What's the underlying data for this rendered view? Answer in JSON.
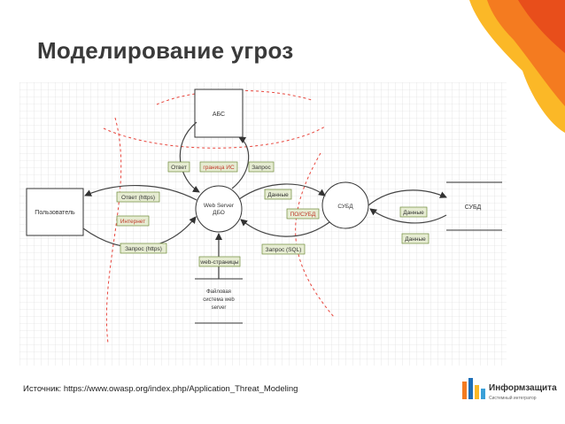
{
  "slide": {
    "title": "Моделирование угроз",
    "source": "Источник: https://www.owasp.org/index.php/Application_Threat_Modeling"
  },
  "diagram": {
    "nodes": {
      "abs": "АБС",
      "user": "Пользователь",
      "web_server_line1": "Web Server",
      "web_server_line2": "ДБО",
      "subd_process": "СУБД",
      "subd_store": "СУБД",
      "fs_line1": "Файловая",
      "fs_line2": "система web",
      "fs_line3": "server"
    },
    "flows": {
      "otvet": "Ответ",
      "zapros": "Запрос",
      "otvet_https": "Ответ (https)",
      "zapros_https": "Запрос (https)",
      "dannye_ws": "Данные",
      "zapros_sql": "Запрос (SQL)",
      "dannye_store_top": "Данные",
      "dannye_store_bottom": "Данные",
      "web_pages": "web-страницы"
    },
    "boundaries": {
      "granitsa_is": "граница ИС",
      "internet": "Интернет",
      "po_subd": "ПО/СУБД"
    }
  },
  "logo": {
    "name": "Информзащита",
    "tagline": "Системный интегратор"
  },
  "colors": {
    "title": "#3a3a3a",
    "boundary": "#e8453c",
    "label_bg": "#e6ecd2",
    "label_border": "#6f8a3a",
    "corner_orange": "#f47b20",
    "corner_yellow": "#fbb827"
  }
}
